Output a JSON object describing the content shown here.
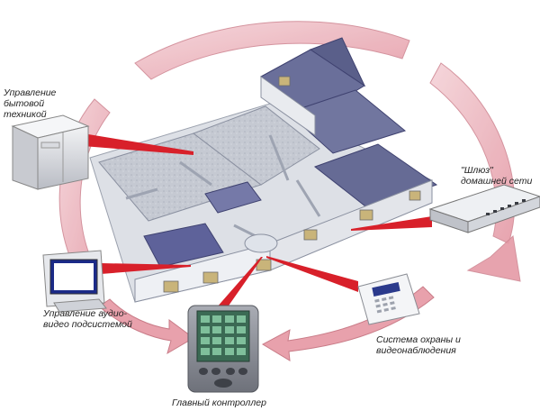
{
  "colors": {
    "arrow": "#e6a3ad",
    "arrow_edge": "#c97c88",
    "pointer": "#d8202a",
    "house_floor": "#c8ccd6",
    "house_roof": "#6a6f9a",
    "wall": "#eef0f4"
  },
  "labels": {
    "appliances": [
      "Управление",
      "бытовой",
      "техникой"
    ],
    "gateway": [
      "\"Шлюз\"",
      "домашней сети"
    ],
    "av": [
      "Управление аудио-",
      "видео подсистемой"
    ],
    "security": [
      "Система охраны и",
      "видеонаблюдения"
    ],
    "controller": "Главный контроллер"
  },
  "icons": {
    "appliances": "washing-machine-icon",
    "gateway": "network-switch-icon",
    "av": "monitor-icon",
    "security": "security-keypad-icon",
    "controller": "touch-panel-icon"
  }
}
